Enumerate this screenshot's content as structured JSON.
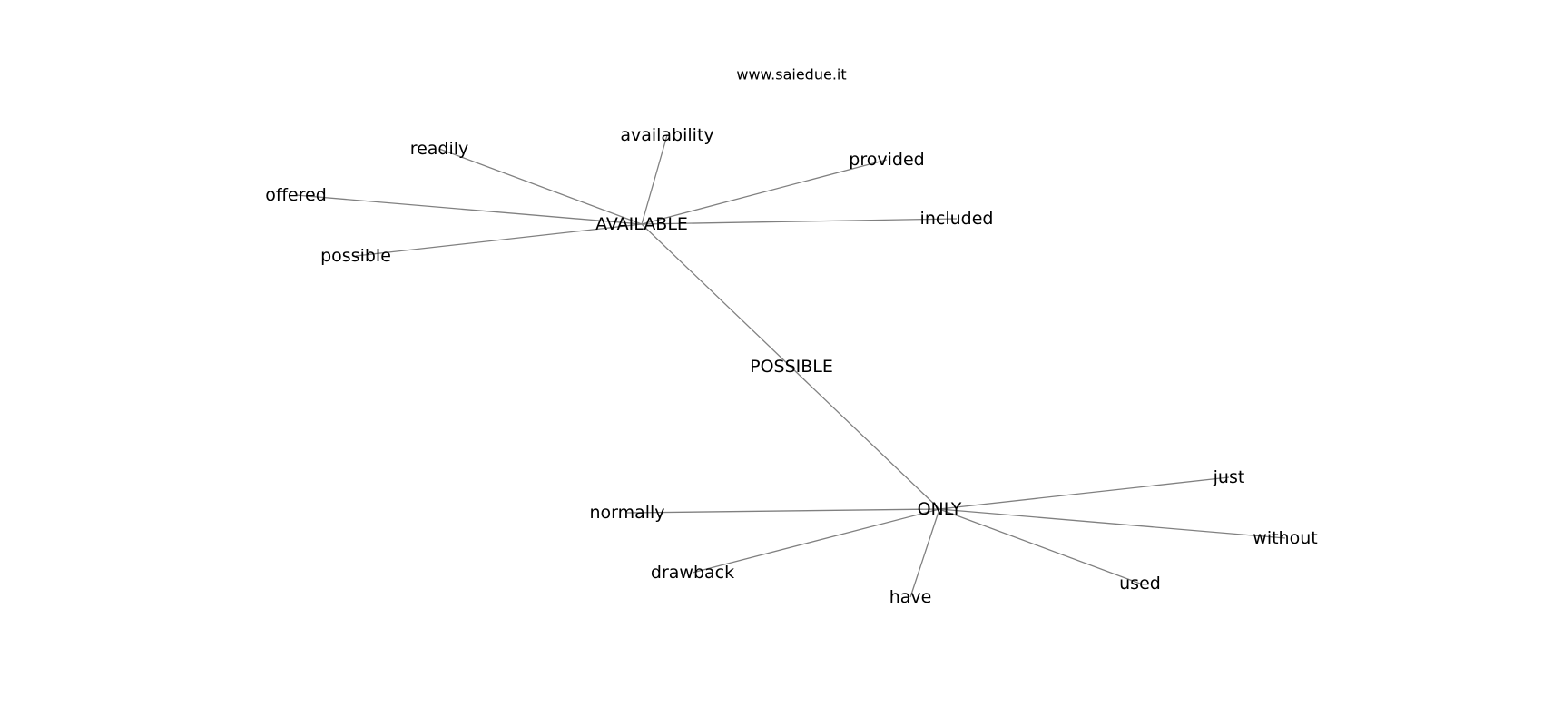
{
  "title": "www.saiedue.it",
  "graph": {
    "nodes": [
      {
        "id": "possible_center",
        "label": "POSSIBLE"
      },
      {
        "id": "available",
        "label": "AVAILABLE"
      },
      {
        "id": "only",
        "label": "ONLY"
      },
      {
        "id": "readily",
        "label": "readily"
      },
      {
        "id": "availability",
        "label": "availability"
      },
      {
        "id": "provided",
        "label": "provided"
      },
      {
        "id": "offered",
        "label": "offered"
      },
      {
        "id": "included",
        "label": "included"
      },
      {
        "id": "possible_leaf",
        "label": "possible"
      },
      {
        "id": "just",
        "label": "just"
      },
      {
        "id": "normally",
        "label": "normally"
      },
      {
        "id": "without",
        "label": "without"
      },
      {
        "id": "drawback",
        "label": "drawback"
      },
      {
        "id": "used",
        "label": "used"
      },
      {
        "id": "have",
        "label": "have"
      }
    ],
    "edges": [
      [
        "available",
        "only"
      ],
      [
        "available",
        "readily"
      ],
      [
        "available",
        "availability"
      ],
      [
        "available",
        "provided"
      ],
      [
        "available",
        "offered"
      ],
      [
        "available",
        "included"
      ],
      [
        "available",
        "possible_leaf"
      ],
      [
        "only",
        "just"
      ],
      [
        "only",
        "normally"
      ],
      [
        "only",
        "without"
      ],
      [
        "only",
        "drawback"
      ],
      [
        "only",
        "used"
      ],
      [
        "only",
        "have"
      ]
    ]
  }
}
